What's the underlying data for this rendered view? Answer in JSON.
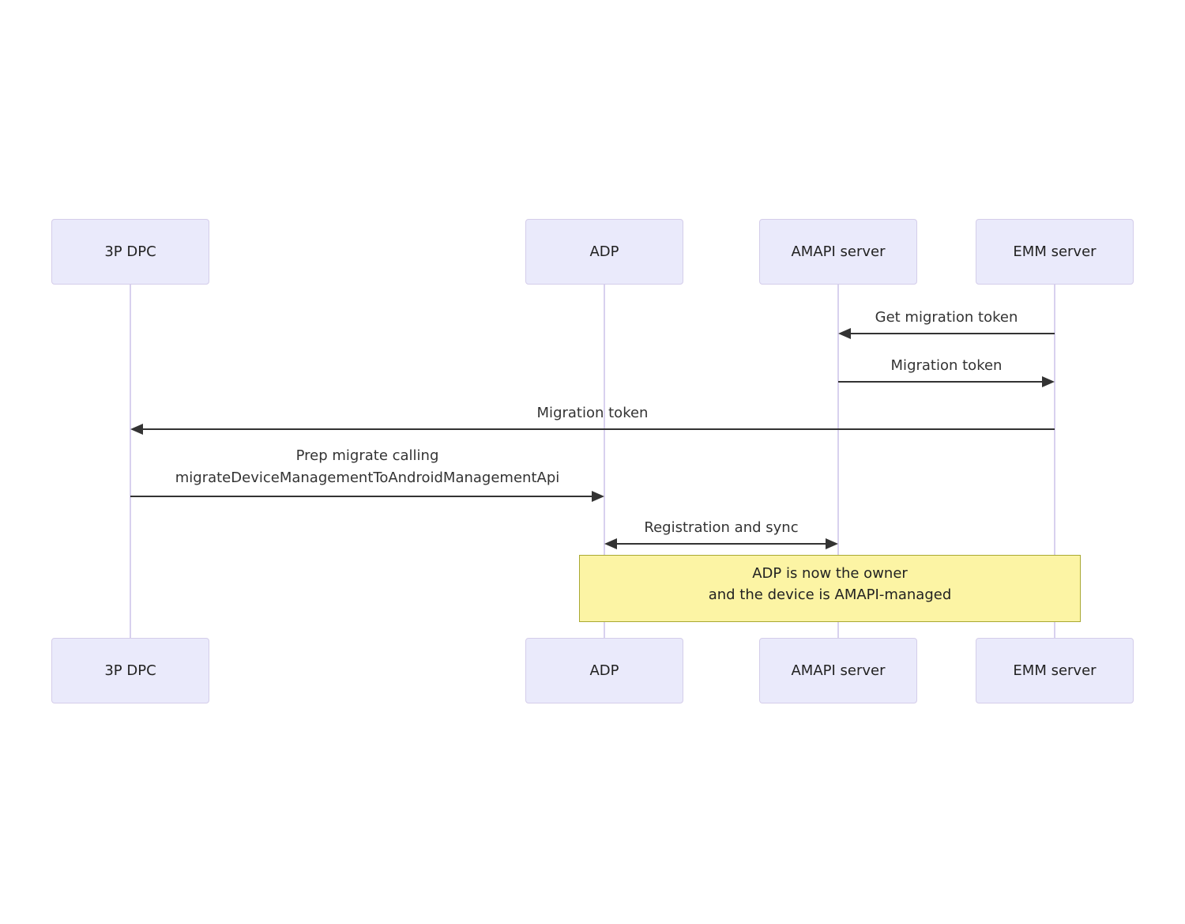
{
  "diagram": {
    "type": "sequence",
    "actors": [
      {
        "name": "3P DPC"
      },
      {
        "name": "ADP"
      },
      {
        "name": "AMAPI server"
      },
      {
        "name": "EMM server"
      }
    ],
    "messages": [
      {
        "from": "EMM server",
        "to": "AMAPI server",
        "label": "Get migration token",
        "arrow": "left"
      },
      {
        "from": "AMAPI server",
        "to": "EMM server",
        "label": "Migration token",
        "arrow": "right"
      },
      {
        "from": "EMM server",
        "to": "3P DPC",
        "label": "Migration token",
        "arrow": "left"
      },
      {
        "from": "3P DPC",
        "to": "ADP",
        "label_line1": "Prep migrate calling",
        "label_line2": "migrateDeviceManagementToAndroidManagementApi",
        "arrow": "right"
      },
      {
        "from": "ADP",
        "to": "AMAPI server",
        "label": "Registration and sync",
        "arrow": "both"
      }
    ],
    "note": {
      "line1": "ADP is now the owner",
      "line2": "and the device is AMAPI-managed"
    },
    "colors": {
      "actor_fill": "#EAEAFB",
      "actor_border": "#D4CDEA",
      "lifeline": "#D8D1EE",
      "arrow": "#333333",
      "message_text": "#333333",
      "note_fill": "#FCF4A4",
      "note_border": "#A9A933",
      "note_text": "#222222",
      "background": "#FFFFFF"
    }
  }
}
